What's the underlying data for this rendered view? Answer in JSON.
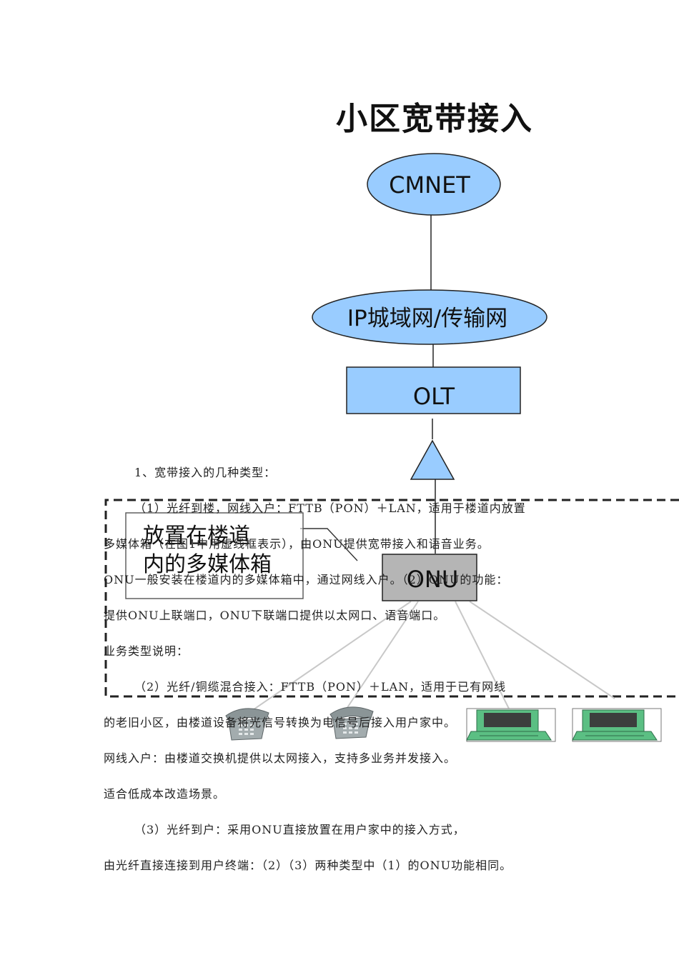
{
  "diagram": {
    "title": "小区宽带接入",
    "nodes": {
      "cmnet": "CMNET",
      "ip_network": "IP城域网/传输网",
      "olt": "OLT",
      "onu": "ONU",
      "media_box": "放置在楼道\n内的多媒体箱"
    },
    "colors": {
      "node_fill": "#99ccff",
      "onu_fill": "#b5b5b5",
      "terminal_green": "#5bbf83"
    },
    "icons": [
      "phone-icon",
      "phone-icon",
      "computer-icon",
      "computer-icon"
    ]
  },
  "paragraphs": [
    "1、宽带接入的几种类型：",
    "（1）光纤到楼，网线入户：FTTB（PON）＋LAN，适用于楼道内放置",
    "多媒体箱（在图1中用虚线框表示），由ONU提供宽带接入和语音业务。",
    "ONU一般安装在楼道内的多媒体箱中，通过网线入户。（2）ONU的功能：",
    "提供ONU上联端口，ONU下联端口提供以太网口、语音端口。",
    "业务类型说明：",
    "（2）光纤/铜缆混合接入：FTTB（PON）＋LAN，适用于已有网线",
    "的老旧小区，由楼道设备将光信号转换为电信号后接入用户家中。",
    "网线入户：由楼道交换机提供以太网接入，支持多业务并发接入。",
    "适合低成本改造场景。",
    "（3）光纤到户：采用ONU直接放置在用户家中的接入方式，",
    "由光纤直接连接到用户终端：（2）（3）两种类型中（1）的ONU功能相同。"
  ]
}
